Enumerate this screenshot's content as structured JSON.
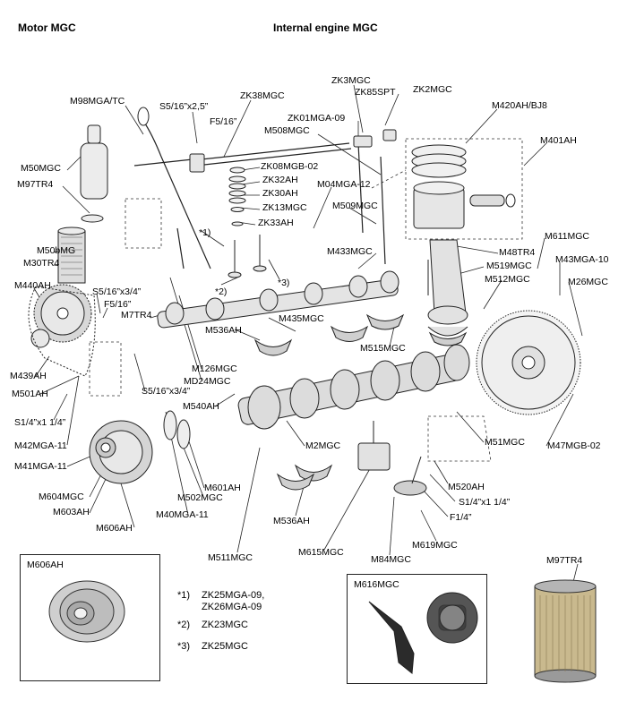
{
  "headers": {
    "left": "Motor MGC",
    "right": "Internal engine MGC"
  },
  "labels": {
    "M98MGA_TC": "M98MGA/TC",
    "S5_16x2_5": "S5/16”x2,5”",
    "ZK38MGC": "ZK38MGC",
    "F5_16_top": "F5/16”",
    "ZK3MGC": "ZK3MGC",
    "ZK85SPT": "ZK85SPT",
    "ZK2MGC": "ZK2MGC",
    "ZK01MGA_09": "ZK01MGA-09",
    "M508MGC": "M508MGC",
    "M420AH_BJ8": "M420AH/BJ8",
    "M401AH": "M401AH",
    "M50MGC": "M50MGC",
    "M97TR4_top": "M97TR4",
    "ZK08MGB_02": "ZK08MGB-02",
    "ZK32AH": "ZK32AH",
    "ZK30AH": "ZK30AH",
    "ZK13MGC": "ZK13MGC",
    "ZK33AH": "ZK33AH",
    "M04MGA_12": "M04MGA-12",
    "M509MGC": "M509MGC",
    "M50bMG": "M50bMG",
    "M30TR4": "M30TR4",
    "M433MGC": "M433MGC",
    "M48TR4": "M48TR4",
    "M519MGC": "M519MGC",
    "M611MGC": "M611MGC",
    "M43MGA_10": "M43MGA-10",
    "M440AH": "M440AH",
    "S5_16x3_4_a": "S5/16”x3/4”",
    "F5_16_mid": "F5/16”",
    "M512MGC": "M512MGC",
    "M26MGC": "M26MGC",
    "M7TR4": "M7TR4",
    "M435MGC": "M435MGC",
    "M536AH_top": "M536AH",
    "M515MGC": "M515MGC",
    "M439AH": "M439AH",
    "M501AH": "M501AH",
    "M126MGC": "M126MGC",
    "MD24MGC": "MD24MGC",
    "S5_16x3_4_b": "S5/16”x3/4”",
    "S1_4x1_1_4_left": "S1/4”x1 1/4”",
    "M540AH": "M540AH",
    "M51MGC": "M51MGC",
    "M47MGB_02": "M47MGB-02",
    "M42MGA_11": "M42MGA-11",
    "M2MGC": "M2MGC",
    "M41MGA_11": "M41MGA-11",
    "M520AH": "M520AH",
    "M601AH": "M601AH",
    "M604MGC": "M604MGC",
    "M502MGC": "M502MGC",
    "S1_4x1_1_4_right": "S1/4”x1 1/4”",
    "M603AH": "M603AH",
    "F1_4": "F1/4”",
    "M40MGA_11": "M40MGA-11",
    "M536AH_bottom": "M536AH",
    "M606AH": "M606AH",
    "M619MGC": "M619MGC",
    "M511MGC": "M511MGC",
    "M615MGC": "M615MGC",
    "M84MGC": "M84MGC",
    "M97TR4_bottom": "M97TR4",
    "ref1": "*1)",
    "ref2": "*2)",
    "ref3": "*3)"
  },
  "inset_left": {
    "title": "M606AH"
  },
  "inset_right": {
    "title": "M616MGC"
  },
  "footnotes": [
    {
      "mark": "*1)",
      "text": "ZK25MGA-09,",
      "text2": "ZK26MGA-09"
    },
    {
      "mark": "*2)",
      "text": "ZK23MGC"
    },
    {
      "mark": "*3)",
      "text": "ZK25MGC"
    }
  ]
}
